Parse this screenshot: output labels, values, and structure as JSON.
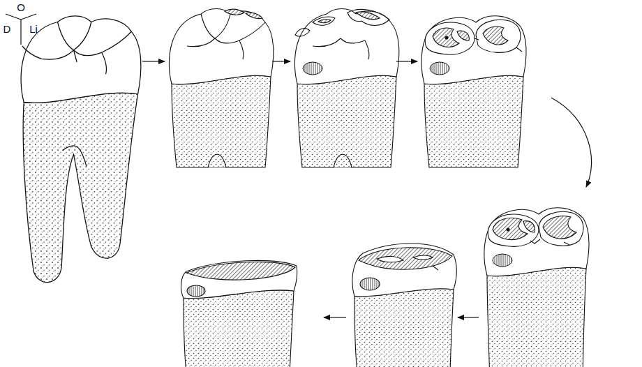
{
  "diagram": {
    "labels": [
      "O",
      "D",
      "Li"
    ]
  }
}
